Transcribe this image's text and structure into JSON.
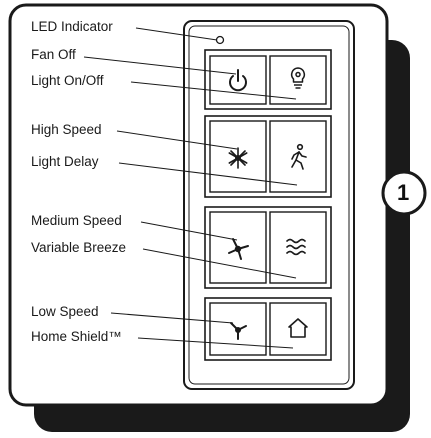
{
  "labels": {
    "led_indicator": "LED Indicator",
    "fan_off": "Fan Off",
    "light_on_off": "Light On/Off",
    "high_speed": "High Speed",
    "light_delay": "Light Delay",
    "medium_speed": "Medium Speed",
    "variable_breeze": "Variable Breeze",
    "low_speed": "Low Speed",
    "home_shield": "Home Shield™"
  },
  "badge": "1",
  "buttons": [
    {
      "name": "fan-off-button",
      "icon": "power-icon"
    },
    {
      "name": "light-on-off-button",
      "icon": "light-bulb-icon"
    },
    {
      "name": "high-speed-button",
      "icon": "high-speed-fan-icon"
    },
    {
      "name": "light-delay-button",
      "icon": "walking-person-icon"
    },
    {
      "name": "medium-speed-button",
      "icon": "medium-speed-fan-icon"
    },
    {
      "name": "variable-breeze-button",
      "icon": "breeze-waves-icon"
    },
    {
      "name": "low-speed-button",
      "icon": "low-speed-fan-icon"
    },
    {
      "name": "home-shield-button",
      "icon": "house-icon"
    }
  ],
  "colors": {
    "outline": "#1a1a1a",
    "shadow": "#1a1a1a",
    "background": "#ffffff"
  }
}
